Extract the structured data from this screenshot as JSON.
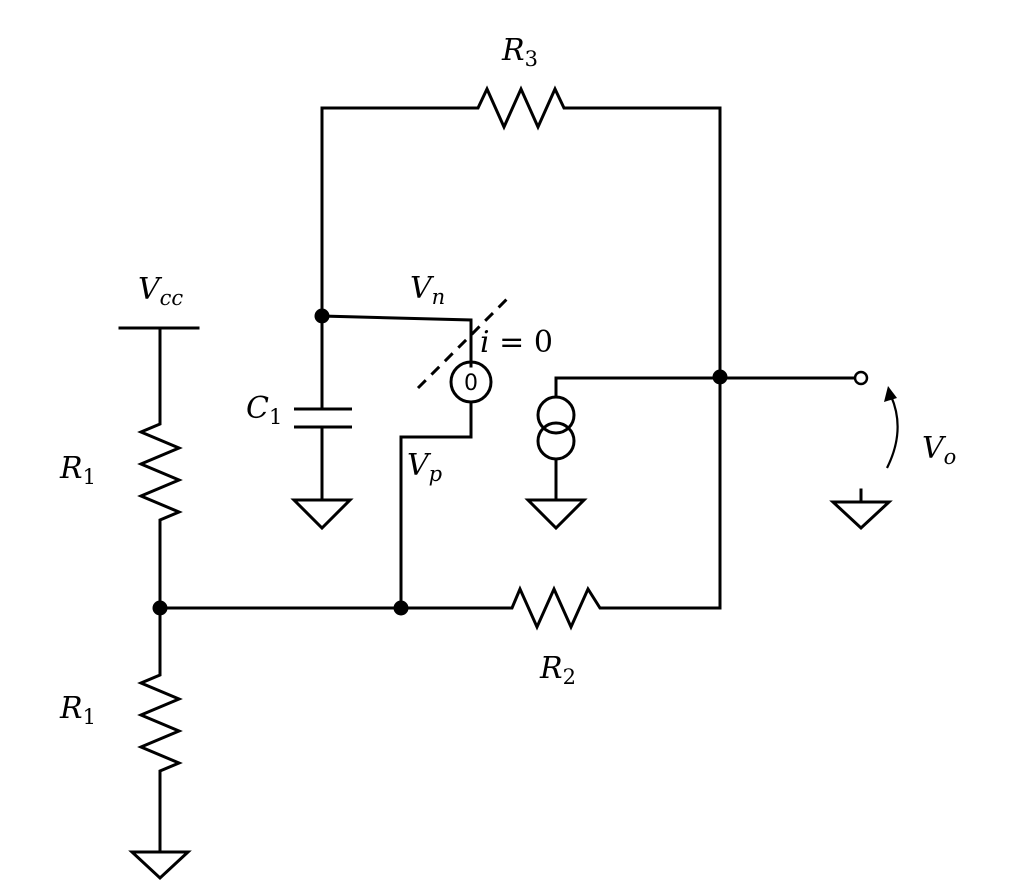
{
  "labels": {
    "r3": {
      "sym": "R",
      "sub": "3"
    },
    "vcc": {
      "sym": "V",
      "sub": "cc"
    },
    "vn": {
      "sym": "V",
      "sub": "n"
    },
    "i_zero": {
      "sym": "i",
      "eq": " = 0"
    },
    "c1": {
      "sym": "C",
      "sub": "1"
    },
    "vp": {
      "sym": "V",
      "sub": "p"
    },
    "r1_top": {
      "sym": "R",
      "sub": "1"
    },
    "r1_bottom": {
      "sym": "R",
      "sub": "1"
    },
    "r2": {
      "sym": "R",
      "sub": "2"
    },
    "vo": {
      "sym": "V",
      "sub": "o"
    },
    "nullator": "0"
  }
}
